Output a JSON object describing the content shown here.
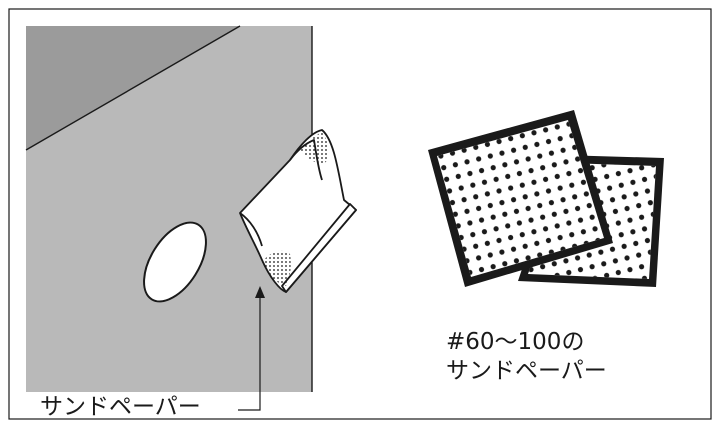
{
  "colors": {
    "wall": "#b9b9b9",
    "wall_top": "#9b9b9b",
    "ink": "#1a1a1a",
    "paper": "#ffffff"
  },
  "illustration": {
    "sheet_text_line1": "#60〜100の",
    "sheet_text_line2": "サンドペーパー",
    "callout_text": "サンドペーパー"
  }
}
